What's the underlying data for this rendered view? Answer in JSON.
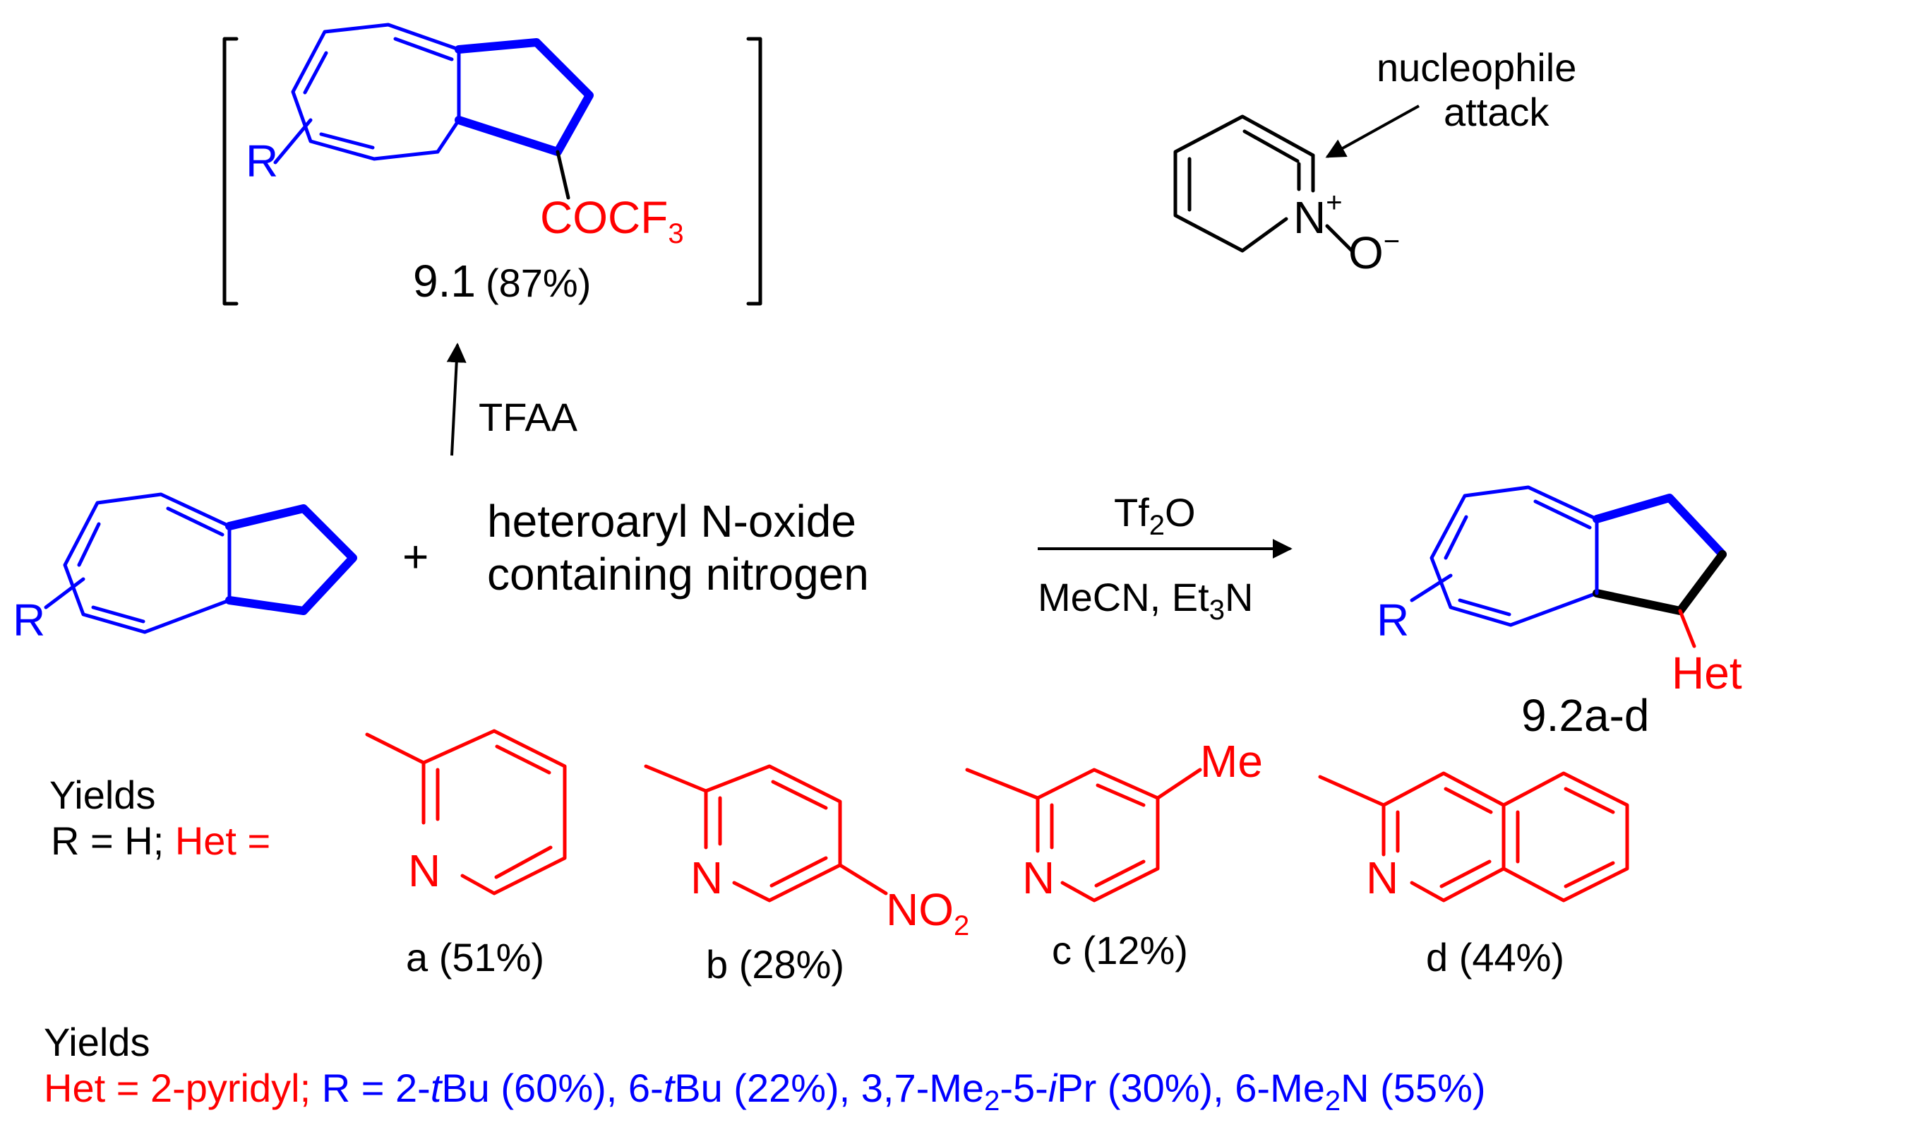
{
  "colors": {
    "red": "#ff0000",
    "blue": "#0000ff",
    "black": "#000000"
  },
  "intermediate": {
    "substituent": "R",
    "group": "COCF",
    "group_sub": "3",
    "label": "9.1",
    "yield": "(87%)"
  },
  "tfaa": {
    "reagent": "TFAA"
  },
  "pyridine_oxide": {
    "note_line1": "nucleophile",
    "note_line2": "attack",
    "nitrogen": "N",
    "plus": "+",
    "oxygen": "O",
    "minus": "−"
  },
  "reactant": {
    "substituent": "R",
    "plus_sign": "+"
  },
  "n_oxide": {
    "line1": "heteroaryl N-oxide",
    "line2": "containing nitrogen"
  },
  "conditions": {
    "above_main": "Tf",
    "above_sub": "2",
    "above_tail": "O",
    "below_a": "MeCN, Et",
    "below_sub": "3",
    "below_b": "N"
  },
  "product": {
    "substituent": "R",
    "group": "Het",
    "label": "9.2a-d"
  },
  "yields_row": {
    "title": "Yields",
    "r_text": "R = H; ",
    "het_text": "Het =",
    "items": [
      {
        "letter": "a (51%)",
        "nitrogen": "N"
      },
      {
        "letter": "b (28%)",
        "nitrogen": "N",
        "group": "NO",
        "group_sub": "2"
      },
      {
        "letter": "c (12%)",
        "nitrogen": "N",
        "group": "Me"
      },
      {
        "letter": "d (44%)",
        "nitrogen": "N"
      }
    ]
  },
  "bottom": {
    "title": "Yields",
    "het": "Het = 2-pyridyl; ",
    "r1": "R = 2-",
    "r1_it": "t",
    "r1_tail": "Bu (60%), 6-",
    "r2_it": "t",
    "r2_tail": "Bu (22%), 3,7-Me",
    "r3_sub": "2",
    "r3_mid": "-5-",
    "r3_it": "i",
    "r3_tail": "Pr (30%), 6-Me",
    "r4_sub": "2",
    "r4_tail": "N (55%)"
  }
}
